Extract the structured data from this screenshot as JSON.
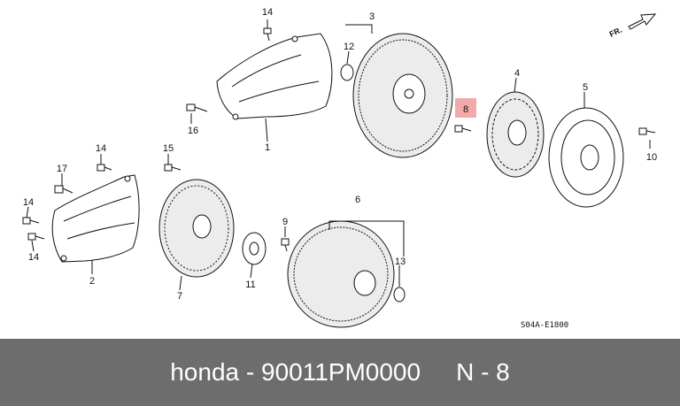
{
  "diagram": {
    "callouts": {
      "c1": "1",
      "c2": "2",
      "c3": "3",
      "c4": "4",
      "c5": "5",
      "c6": "6",
      "c7": "7",
      "c8": "8",
      "c9": "9",
      "c10": "10",
      "c11": "11",
      "c12": "12",
      "c13": "13",
      "c14a": "14",
      "c14b": "14",
      "c14c": "14",
      "c14d": "14",
      "c15": "15",
      "c16": "16",
      "c17": "17"
    },
    "direction_label": "FR.",
    "drawing_code": "S04A-E1800",
    "highlight_color": "#f2a9a9"
  },
  "caption": {
    "brand": "honda",
    "separator": "-",
    "part_number": "90011PM0000",
    "ref_label": "N - 8"
  }
}
